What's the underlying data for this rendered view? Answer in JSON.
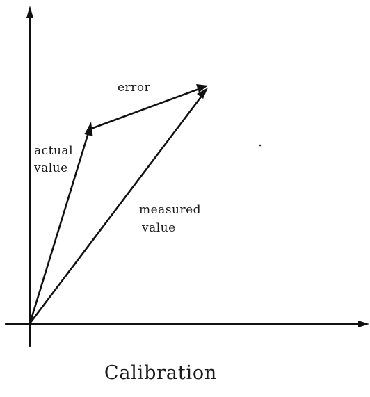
{
  "labels": {
    "error": "error",
    "actual_line1": "actual",
    "actual_line2": "value",
    "measured_line1": "measured",
    "measured_line2": "value",
    "caption": "Calibration"
  },
  "colors": {
    "ink": "#111111",
    "background": "#ffffff"
  }
}
